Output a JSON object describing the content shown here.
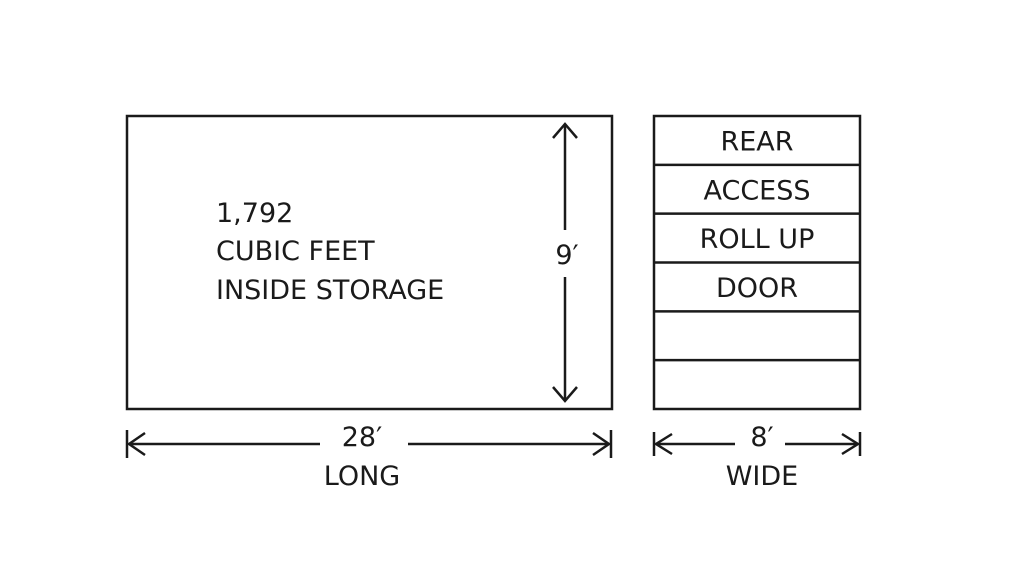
{
  "side_view": {
    "volume_value": "1,792",
    "volume_unit": "CUBIC FEET",
    "volume_label": "INSIDE STORAGE",
    "height_value": "9′",
    "length_value": "28′",
    "length_label": "LONG"
  },
  "end_view": {
    "door_lines": [
      "REAR",
      "ACCESS",
      "ROLL UP",
      "DOOR"
    ],
    "slat_count": 6,
    "width_value": "8′",
    "width_label": "WIDE"
  },
  "line_color": "#1a1a1a"
}
